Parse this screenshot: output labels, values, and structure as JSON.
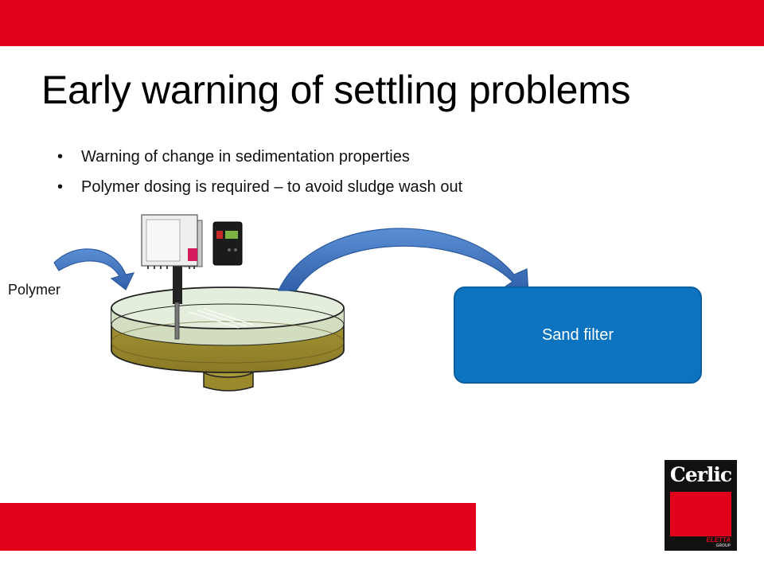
{
  "slide": {
    "title": "Early warning of settling problems",
    "bullets": [
      "Warning of change in sedimentation properties",
      "Polymer dosing is required – to avoid sludge wash out"
    ],
    "bullet_glyph": "•"
  },
  "diagram": {
    "polymer_label": "Polymer",
    "sand_filter_label": "Sand filter"
  },
  "logo": {
    "name": "Cerlic",
    "group_line1": "ELETTA",
    "group_line2": "GROUP"
  },
  "colors": {
    "brand_red": "#e2001a",
    "filter_blue": "#0c73c1",
    "arrow_blue": "#3a70b8",
    "sludge": "#9c8b2f"
  }
}
